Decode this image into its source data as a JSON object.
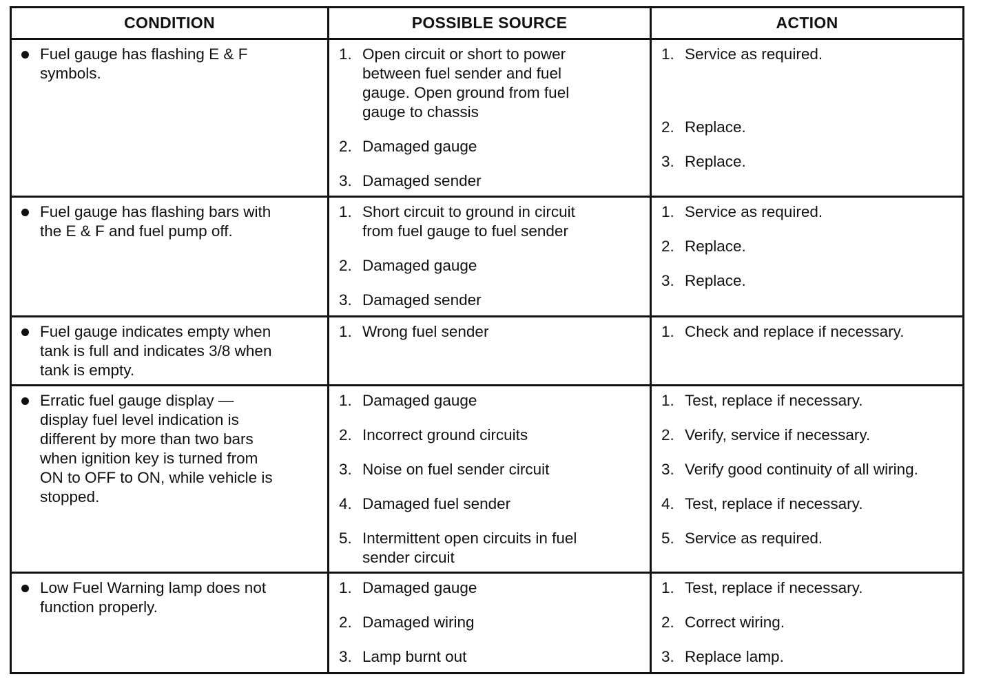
{
  "headers": {
    "condition": "CONDITION",
    "source": "POSSIBLE SOURCE",
    "action": "ACTION"
  },
  "rows": [
    {
      "condition": "Fuel gauge has flashing E & F\nsymbols.",
      "sources": [
        {
          "num": "1.",
          "text": "Open circuit or short to power\nbetween fuel sender and fuel\ngauge. Open ground from fuel\ngauge to chassis"
        },
        {
          "num": "2.",
          "text": "Damaged gauge"
        },
        {
          "num": "3.",
          "text": "Damaged sender"
        }
      ],
      "actions": [
        {
          "num": "1.",
          "text": "Service as required.\n\n\n"
        },
        {
          "num": "2.",
          "text": "Replace."
        },
        {
          "num": "3.",
          "text": "Replace."
        }
      ]
    },
    {
      "condition": "Fuel gauge has flashing bars with\nthe E & F and fuel pump off.",
      "sources": [
        {
          "num": "1.",
          "text": "Short circuit to ground in circuit\nfrom fuel gauge to fuel sender"
        },
        {
          "num": "2.",
          "text": "Damaged gauge"
        },
        {
          "num": "3.",
          "text": "Damaged sender"
        }
      ],
      "actions": [
        {
          "num": "1.",
          "text": "Service as required.\n"
        },
        {
          "num": "2.",
          "text": "Replace."
        },
        {
          "num": "3.",
          "text": "Replace."
        }
      ]
    },
    {
      "condition": "Fuel gauge indicates empty when\ntank is full and indicates 3/8 when\ntank is empty.",
      "sources": [
        {
          "num": "1.",
          "text": "Wrong fuel sender"
        }
      ],
      "actions": [
        {
          "num": "1.",
          "text": "Check and replace if necessary."
        }
      ]
    },
    {
      "condition": "Erratic fuel gauge display —\ndisplay fuel level indication is\ndifferent by more than two bars\nwhen ignition key is turned from\nON to OFF to ON, while vehicle is\nstopped.",
      "sources": [
        {
          "num": "1.",
          "text": "Damaged gauge"
        },
        {
          "num": "2.",
          "text": "Incorrect ground circuits"
        },
        {
          "num": "3.",
          "text": "Noise on fuel sender circuit"
        },
        {
          "num": "4.",
          "text": "Damaged fuel sender"
        },
        {
          "num": "5.",
          "text": "Intermittent open circuits in fuel\nsender circuit"
        }
      ],
      "actions": [
        {
          "num": "1.",
          "text": "Test, replace if necessary."
        },
        {
          "num": "2.",
          "text": "Verify, service if necessary."
        },
        {
          "num": "3.",
          "text": "Verify good continuity of all wiring."
        },
        {
          "num": "4.",
          "text": "Test, replace if necessary."
        },
        {
          "num": "5.",
          "text": "Service as required."
        }
      ]
    },
    {
      "condition": "Low Fuel Warning lamp does not\nfunction properly.",
      "sources": [
        {
          "num": "1.",
          "text": "Damaged gauge"
        },
        {
          "num": "2.",
          "text": "Damaged wiring"
        },
        {
          "num": "3.",
          "text": "Lamp burnt out"
        }
      ],
      "actions": [
        {
          "num": "1.",
          "text": "Test, replace if necessary."
        },
        {
          "num": "2.",
          "text": "Correct wiring."
        },
        {
          "num": "3.",
          "text": "Replace lamp."
        }
      ]
    }
  ]
}
